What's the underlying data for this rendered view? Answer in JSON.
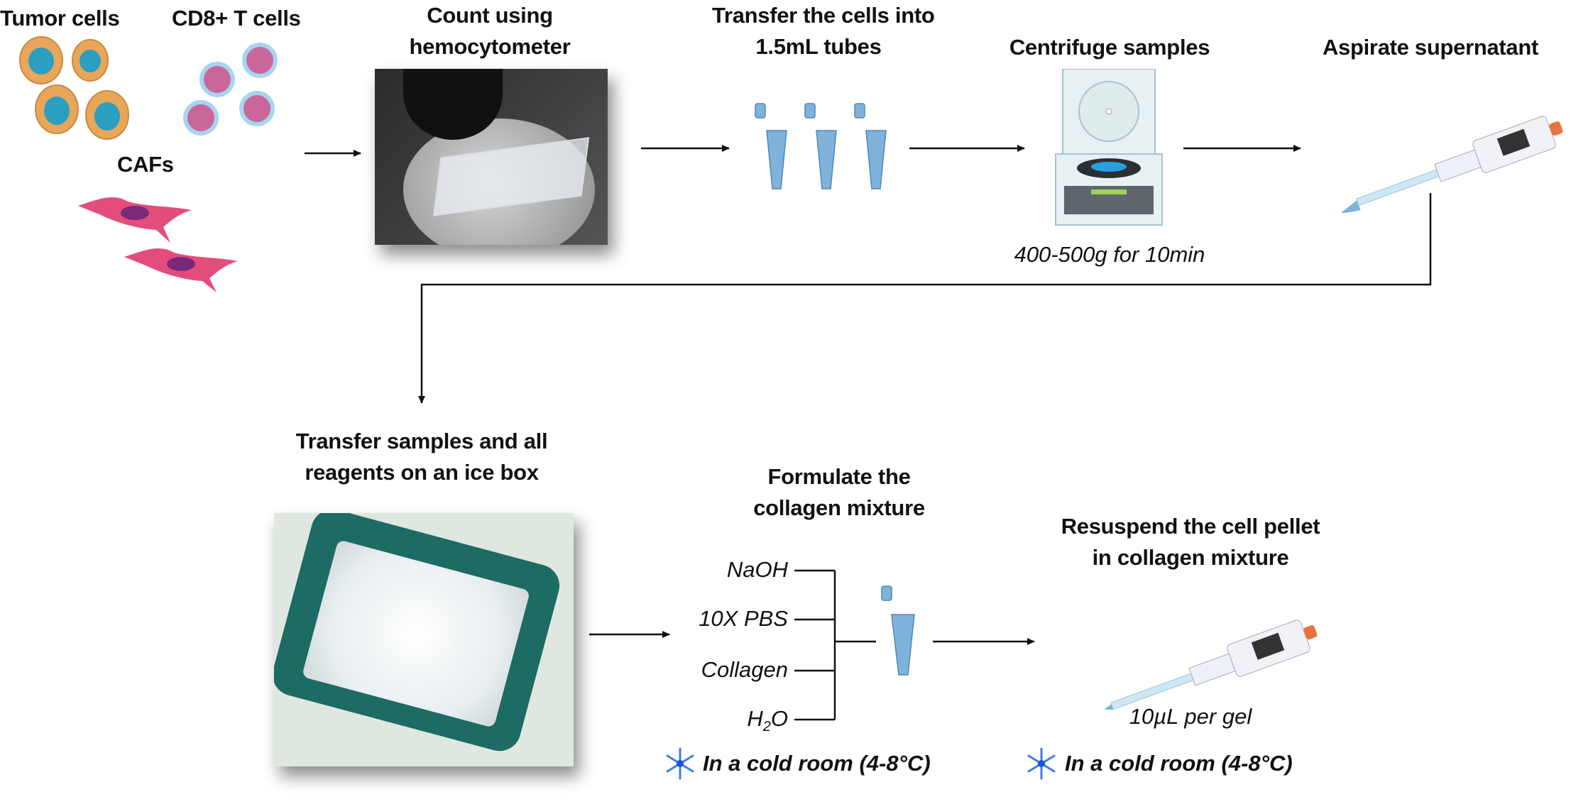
{
  "steps": {
    "cells": {
      "tumor_label": "Tumor cells",
      "tcell_label": "CD8+ T cells",
      "caf_label": "CAFs"
    },
    "count": {
      "title_line1": "Count using",
      "title_line2": "hemocytometer"
    },
    "transfer_tubes": {
      "title_line1": "Transfer the cells into",
      "title_line2": "1.5mL tubes"
    },
    "centrifuge": {
      "title": "Centrifuge samples",
      "note": "400-500g for 10min"
    },
    "aspirate": {
      "title": "Aspirate supernatant"
    },
    "ice_box": {
      "title_line1": "Transfer samples and all",
      "title_line2": "reagents on an ice box"
    },
    "formulate": {
      "title_line1": "Formulate the",
      "title_line2": "collagen mixture",
      "reagents": [
        {
          "name": "NaOH"
        },
        {
          "name": "10X PBS"
        },
        {
          "name": "Collagen"
        },
        {
          "name": "H",
          "sub": "2",
          "tail": "O"
        }
      ],
      "condition": "In a cold room (4-8°C)"
    },
    "resuspend": {
      "title_line1": "Resuspend the cell pellet",
      "title_line2": "in collagen mixture",
      "note": "10µL per gel",
      "condition": "In a cold room (4-8°C)"
    }
  },
  "colors": {
    "tumor_cell": "#e8a65a",
    "tumor_nucleus": "#2a9fc0",
    "tcell": "#c9679a",
    "tcell_ring": "#a8d4ef",
    "caf": "#e24d7c",
    "caf_nucleus": "#7a2a7a",
    "tube": "#7fb3dc",
    "snowflake": "#3a7fe0",
    "ice_box": "#1c6b64"
  }
}
